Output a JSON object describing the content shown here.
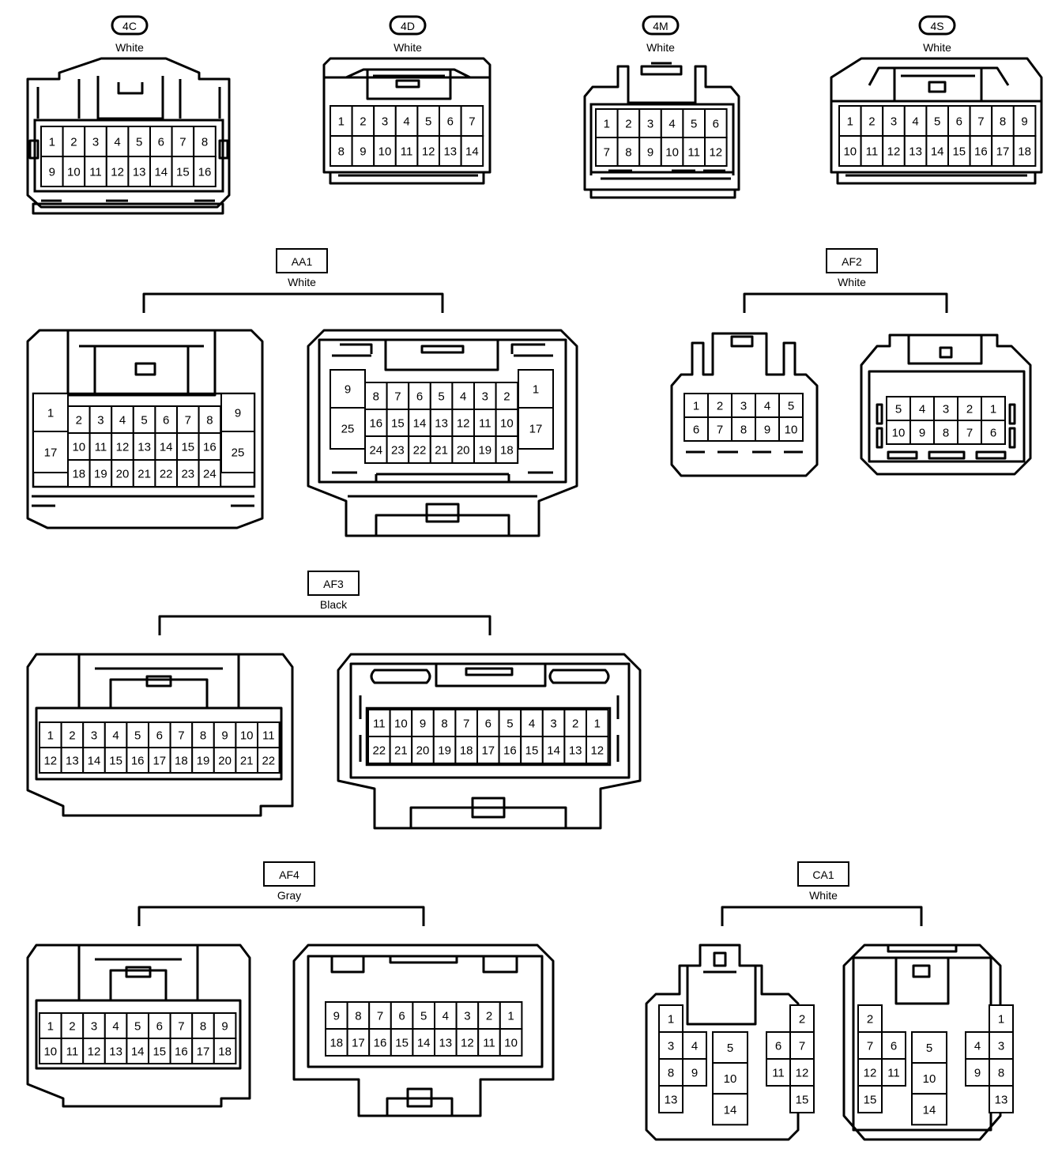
{
  "colors": {
    "line": "#000000",
    "background": "#ffffff"
  },
  "connectors": [
    {
      "code": "4C",
      "color": "White",
      "style": "oval",
      "rows": [
        [
          "1",
          "2",
          "3",
          "4",
          "5",
          "6",
          "7",
          "8"
        ],
        [
          "9",
          "10",
          "11",
          "12",
          "13",
          "14",
          "15",
          "16"
        ]
      ]
    },
    {
      "code": "4D",
      "color": "White",
      "style": "oval",
      "rows": [
        [
          "1",
          "2",
          "3",
          "4",
          "5",
          "6",
          "7"
        ],
        [
          "8",
          "9",
          "10",
          "11",
          "12",
          "13",
          "14"
        ]
      ]
    },
    {
      "code": "4M",
      "color": "White",
      "style": "oval",
      "rows": [
        [
          "1",
          "2",
          "3",
          "4",
          "5",
          "6"
        ],
        [
          "7",
          "8",
          "9",
          "10",
          "11",
          "12"
        ]
      ]
    },
    {
      "code": "4S",
      "color": "White",
      "style": "oval",
      "rows": [
        [
          "1",
          "2",
          "3",
          "4",
          "5",
          "6",
          "7",
          "8",
          "9"
        ],
        [
          "10",
          "11",
          "12",
          "13",
          "14",
          "15",
          "16",
          "17",
          "18"
        ]
      ]
    },
    {
      "code": "AA1",
      "color": "White",
      "style": "box",
      "left": {
        "side_left": [
          "1",
          "17"
        ],
        "rows": [
          [
            "2",
            "3",
            "4",
            "5",
            "6",
            "7",
            "8"
          ],
          [
            "10",
            "11",
            "12",
            "13",
            "14",
            "15",
            "16"
          ],
          [
            "18",
            "19",
            "20",
            "21",
            "22",
            "23",
            "24"
          ]
        ],
        "side_right": [
          "9",
          "25"
        ]
      },
      "right": {
        "side_left": [
          "9",
          "25"
        ],
        "rows": [
          [
            "8",
            "7",
            "6",
            "5",
            "4",
            "3",
            "2"
          ],
          [
            "16",
            "15",
            "14",
            "13",
            "12",
            "11",
            "10"
          ],
          [
            "24",
            "23",
            "22",
            "21",
            "20",
            "19",
            "18"
          ]
        ],
        "side_right": [
          "1",
          "17"
        ]
      }
    },
    {
      "code": "AF2",
      "color": "White",
      "style": "box",
      "left": {
        "rows": [
          [
            "1",
            "2",
            "3",
            "4",
            "5"
          ],
          [
            "6",
            "7",
            "8",
            "9",
            "10"
          ]
        ]
      },
      "right": {
        "rows": [
          [
            "5",
            "4",
            "3",
            "2",
            "1"
          ],
          [
            "10",
            "9",
            "8",
            "7",
            "6"
          ]
        ]
      }
    },
    {
      "code": "AF3",
      "color": "Black",
      "style": "box",
      "left": {
        "rows": [
          [
            "1",
            "2",
            "3",
            "4",
            "5",
            "6",
            "7",
            "8",
            "9",
            "10",
            "11"
          ],
          [
            "12",
            "13",
            "14",
            "15",
            "16",
            "17",
            "18",
            "19",
            "20",
            "21",
            "22"
          ]
        ]
      },
      "right": {
        "rows": [
          [
            "11",
            "10",
            "9",
            "8",
            "7",
            "6",
            "5",
            "4",
            "3",
            "2",
            "1"
          ],
          [
            "22",
            "21",
            "20",
            "19",
            "18",
            "17",
            "16",
            "15",
            "14",
            "13",
            "12"
          ]
        ]
      }
    },
    {
      "code": "AF4",
      "color": "Gray",
      "style": "box",
      "left": {
        "rows": [
          [
            "1",
            "2",
            "3",
            "4",
            "5",
            "6",
            "7",
            "8",
            "9"
          ],
          [
            "10",
            "11",
            "12",
            "13",
            "14",
            "15",
            "16",
            "17",
            "18"
          ]
        ]
      },
      "right": {
        "rows": [
          [
            "9",
            "8",
            "7",
            "6",
            "5",
            "4",
            "3",
            "2",
            "1"
          ],
          [
            "18",
            "17",
            "16",
            "15",
            "14",
            "13",
            "12",
            "11",
            "10"
          ]
        ]
      }
    },
    {
      "code": "CA1",
      "color": "White",
      "style": "box",
      "left": {
        "pins": [
          "1",
          "2",
          "3",
          "4",
          "5",
          "6",
          "7",
          "8",
          "9",
          "10",
          "11",
          "12",
          "13",
          "14",
          "15"
        ]
      },
      "right": {
        "pins": [
          "2",
          "1",
          "7",
          "6",
          "5",
          "4",
          "3",
          "12",
          "11",
          "10",
          "9",
          "8",
          "15",
          "14",
          "13"
        ]
      }
    }
  ]
}
